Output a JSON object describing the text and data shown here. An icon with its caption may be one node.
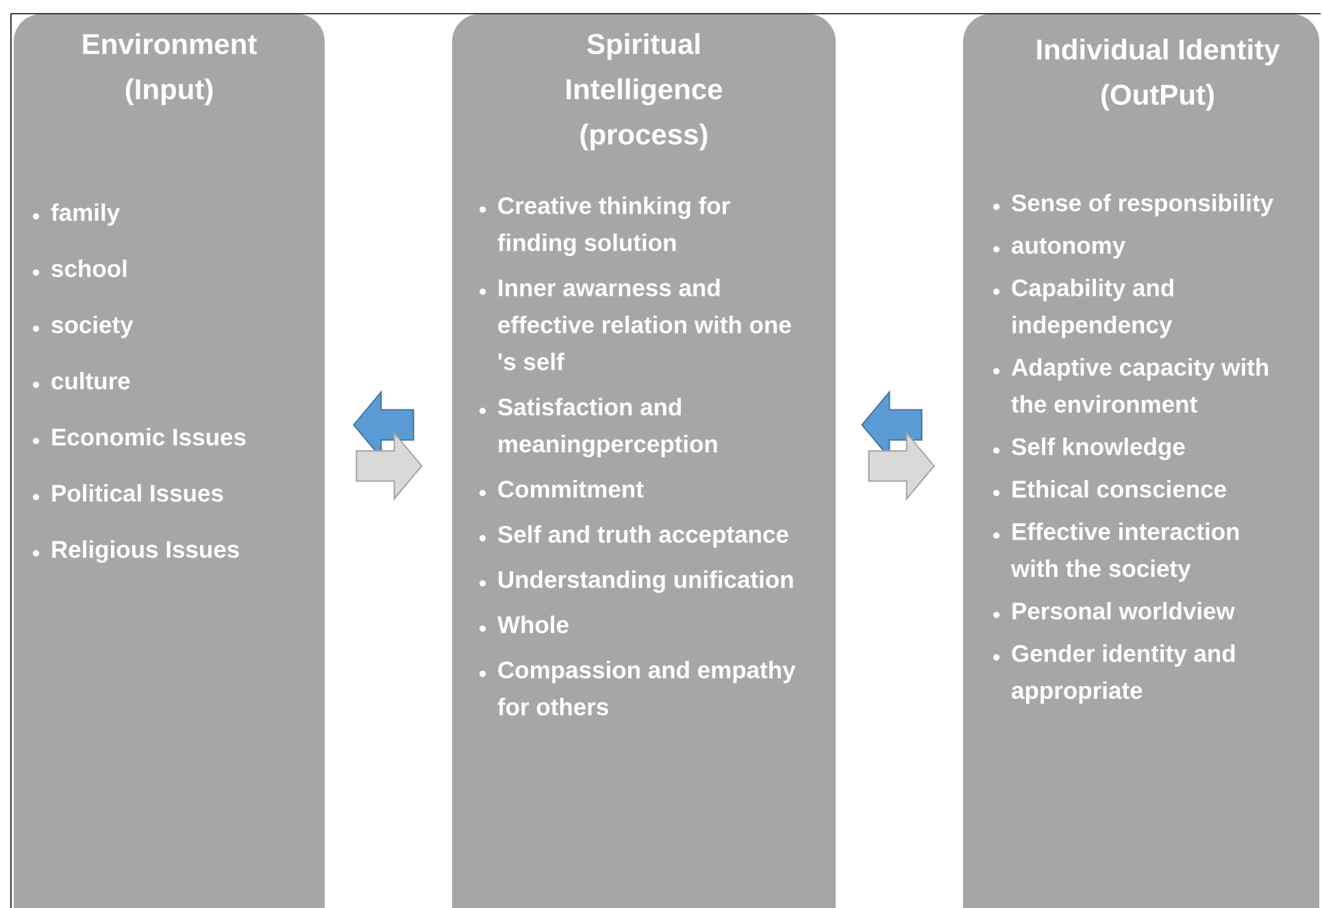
{
  "diagram": {
    "nodes": [
      {
        "text": [
          "Environment (Input)",
          "family",
          "school",
          "society",
          "culture",
          "Economic Issues",
          "Political Issues",
          "Religious Issues"
        ]
      },
      {
        "text": [
          "Spiritual Intelligence (process)",
          "Creative thinking for finding solution",
          "Inner awarness and effective relation with one 's self",
          "Satisfaction and meaningperception",
          "Commitment",
          "Self and truth acceptance",
          "Understanding unification",
          "Whole",
          "Compassion and empathy for others"
        ]
      },
      {
        "text": [
          "Individual Identity (OutPut)",
          "Sense of responsibility",
          "autonomy",
          "Capability and independency",
          "Adaptive capacity with the environment",
          "Self knowledge",
          "Ethical conscience",
          "Effective interaction with the society",
          "Personal worldview",
          "Gender identity and appropriate"
        ]
      }
    ],
    "edges": [
      {
        "from": 1,
        "to": 0,
        "arrow": "to",
        "color": "#5b9bd5"
      },
      {
        "from": 0,
        "to": 1,
        "arrow": "to",
        "color": "#d9d9d9"
      },
      {
        "from": 2,
        "to": 1,
        "arrow": "to",
        "color": "#5b9bd5"
      },
      {
        "from": 1,
        "to": 2,
        "arrow": "to",
        "color": "#d9d9d9"
      }
    ]
  }
}
